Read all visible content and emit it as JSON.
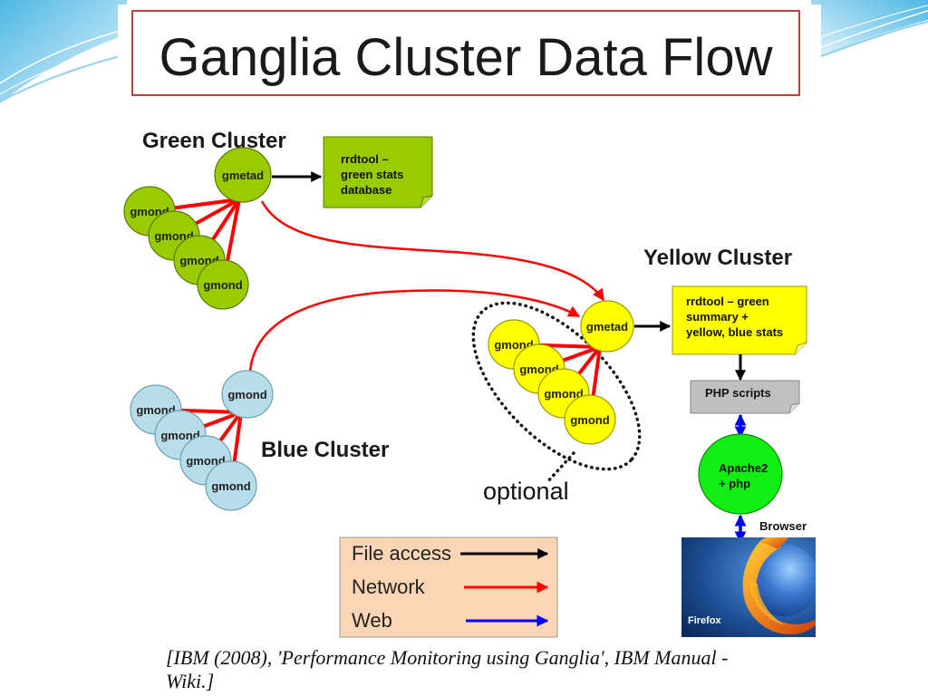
{
  "slide": {
    "title": "Ganglia Cluster Data Flow",
    "caption_lines": [
      "[IBM (2008), 'Performance Monitoring using Ganglia', IBM Manual -",
      "Wiki.]"
    ]
  },
  "diagram": {
    "green_cluster": {
      "label": "Green Cluster",
      "gmetad": "gmetad",
      "gmonds": [
        "gmond",
        "gmond",
        "gmond",
        "gmond"
      ],
      "database_note": [
        "rrdtool –",
        "green stats",
        "database"
      ]
    },
    "blue_cluster": {
      "label": "Blue Cluster",
      "gmonds": [
        "gmond",
        "gmond",
        "gmond",
        "gmond",
        "gmond"
      ]
    },
    "yellow_cluster": {
      "label": "Yellow Cluster",
      "gmetad": "gmetad",
      "gmonds": [
        "gmond",
        "gmond",
        "gmond",
        "gmond"
      ],
      "database_note": [
        "rrdtool – green",
        "summary +",
        "yellow, blue stats"
      ],
      "optional_label": "optional"
    },
    "php_scripts": "PHP scripts",
    "web_server": [
      "Apache2",
      "+ php"
    ],
    "browser": {
      "label": "Browser",
      "logo_text": "Firefox"
    },
    "legend": [
      {
        "label": "File access",
        "color": "#000000"
      },
      {
        "label": "Network",
        "color": "#ff0000"
      },
      {
        "label": "Web",
        "color": "#0000ff"
      }
    ]
  },
  "colors": {
    "title_border": "#b0483c",
    "green_node": "#99cc00",
    "blue_node": "#b7dde8",
    "yellow_node": "#ffff00",
    "web_server_node": "#11ee11",
    "php_note": "#c0c0c0",
    "legend_fill": "#fcd5b4",
    "swoosh": "#4fb8e4"
  }
}
